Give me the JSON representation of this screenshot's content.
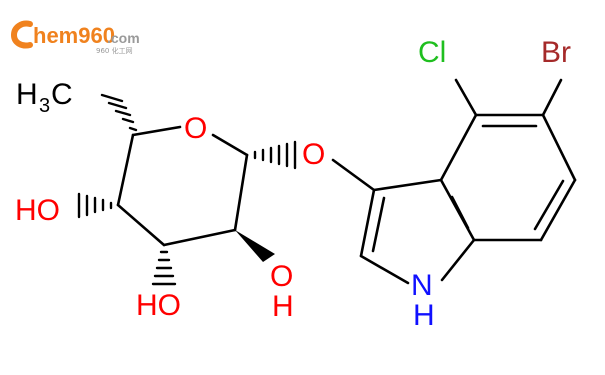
{
  "logo": {
    "brand": "hem960",
    "domain": ".com",
    "subtitle": "960 化工网",
    "color_orange": "#f0821e",
    "color_gray": "#9a9a9a"
  },
  "atoms": {
    "cl": "Cl",
    "br": "Br",
    "ring_o": "O",
    "link_o": "O",
    "h3c_h": "H",
    "h3c_sub": "3",
    "h3c_c": "C",
    "oh_left": "HO",
    "oh_bottom": "HO",
    "oh_right_o": "O",
    "oh_right_h": "H",
    "nh_n": "N",
    "nh_h": "H"
  },
  "colors": {
    "chlorine": "#1fbf1f",
    "bromine": "#a52a2a",
    "oxygen": "#ff0000",
    "nitrogen": "#1010ff",
    "carbon": "#000000"
  }
}
